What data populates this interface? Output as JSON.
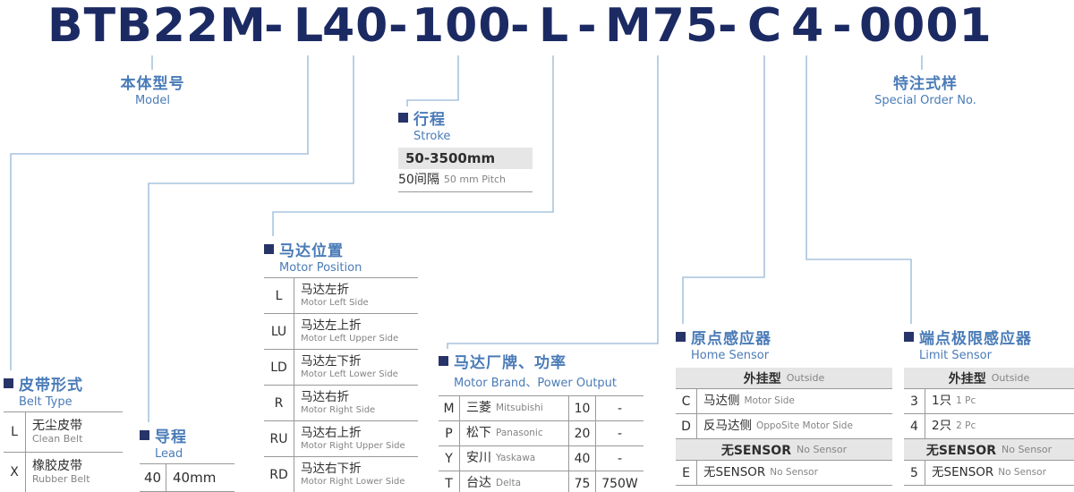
{
  "colors": {
    "title": "#1c2a63",
    "accent": "#4a7bb7",
    "bullet": "#273469",
    "line": "#a8c4de",
    "border": "#999999",
    "shade": "#e6e6e6",
    "dark": "#2e2e2e",
    "gray": "#848484"
  },
  "model_code": {
    "segments": [
      "BTB22M",
      "-",
      "L",
      "40",
      "-",
      "100",
      "-",
      "L",
      "-",
      "M75",
      "-",
      "C",
      "4",
      "-",
      "0001"
    ]
  },
  "callouts": {
    "model": {
      "zh": "本体型号",
      "en": "Model"
    },
    "special_order": {
      "zh": "特注式样",
      "en": "Special Order No."
    }
  },
  "sections": {
    "stroke": {
      "zh": "行程",
      "en": "Stroke",
      "range": "50-3500mm",
      "pitch_zh": "50间隔",
      "pitch_en": "50 mm Pitch"
    },
    "motor_position": {
      "zh": "马达位置",
      "en": "Motor Position",
      "rows": [
        {
          "code": "L",
          "zh": "马达左折",
          "en": "Motor Left Side"
        },
        {
          "code": "LU",
          "zh": "马达左上折",
          "en": "Motor Left Upper Side"
        },
        {
          "code": "LD",
          "zh": "马达左下折",
          "en": "Motor Left Lower Side"
        },
        {
          "code": "R",
          "zh": "马达右折",
          "en": "Motor Right Side"
        },
        {
          "code": "RU",
          "zh": "马达右上折",
          "en": "Motor Right Upper Side"
        },
        {
          "code": "RD",
          "zh": "马达右下折",
          "en": "Motor Right Lower Side"
        }
      ]
    },
    "belt_type": {
      "zh": "皮带形式",
      "en": "Belt Type",
      "rows": [
        {
          "code": "L",
          "zh": "无尘皮带",
          "en": "Clean Belt"
        },
        {
          "code": "X",
          "zh": "橡胶皮带",
          "en": "Rubber Belt"
        }
      ]
    },
    "lead": {
      "zh": "导程",
      "en": "Lead",
      "rows": [
        {
          "code": "40",
          "value": "40mm"
        }
      ]
    },
    "motor_brand": {
      "zh": "马达厂牌、功率",
      "en": "Motor Brand、Power Output",
      "rows": [
        {
          "code": "M",
          "zh": "三菱",
          "en": "Mitsubishi",
          "power": "10",
          "watt": "-"
        },
        {
          "code": "P",
          "zh": "松下",
          "en": "Panasonic",
          "power": "20",
          "watt": "-"
        },
        {
          "code": "Y",
          "zh": "安川",
          "en": "Yaskawa",
          "power": "40",
          "watt": "-"
        },
        {
          "code": "T",
          "zh": "台达",
          "en": "Delta",
          "power": "75",
          "watt": "750W"
        }
      ]
    },
    "home_sensor": {
      "zh": "原点感应器",
      "en": "Home Sensor",
      "outside_header": {
        "zh": "外挂型",
        "en": "Outside"
      },
      "outside_rows": [
        {
          "code": "C",
          "zh": "马达侧",
          "en": "Motor Side"
        },
        {
          "code": "D",
          "zh": "反马达侧",
          "en": "OppoSite Motor Side"
        }
      ],
      "none_header": {
        "zh": "无SENSOR",
        "en": "No Sensor"
      },
      "none_rows": [
        {
          "code": "E",
          "zh": "无SENSOR",
          "en": "No Sensor"
        }
      ]
    },
    "limit_sensor": {
      "zh": "端点极限感应器",
      "en": "Limit Sensor",
      "outside_header": {
        "zh": "外挂型",
        "en": "Outside"
      },
      "outside_rows": [
        {
          "code": "3",
          "zh": "1只",
          "en": "1 Pc"
        },
        {
          "code": "4",
          "zh": "2只",
          "en": "2 Pc"
        }
      ],
      "none_header": {
        "zh": "无SENSOR",
        "en": "No Sensor"
      },
      "none_rows": [
        {
          "code": "5",
          "zh": "无SENSOR",
          "en": "No Sensor"
        }
      ]
    }
  }
}
